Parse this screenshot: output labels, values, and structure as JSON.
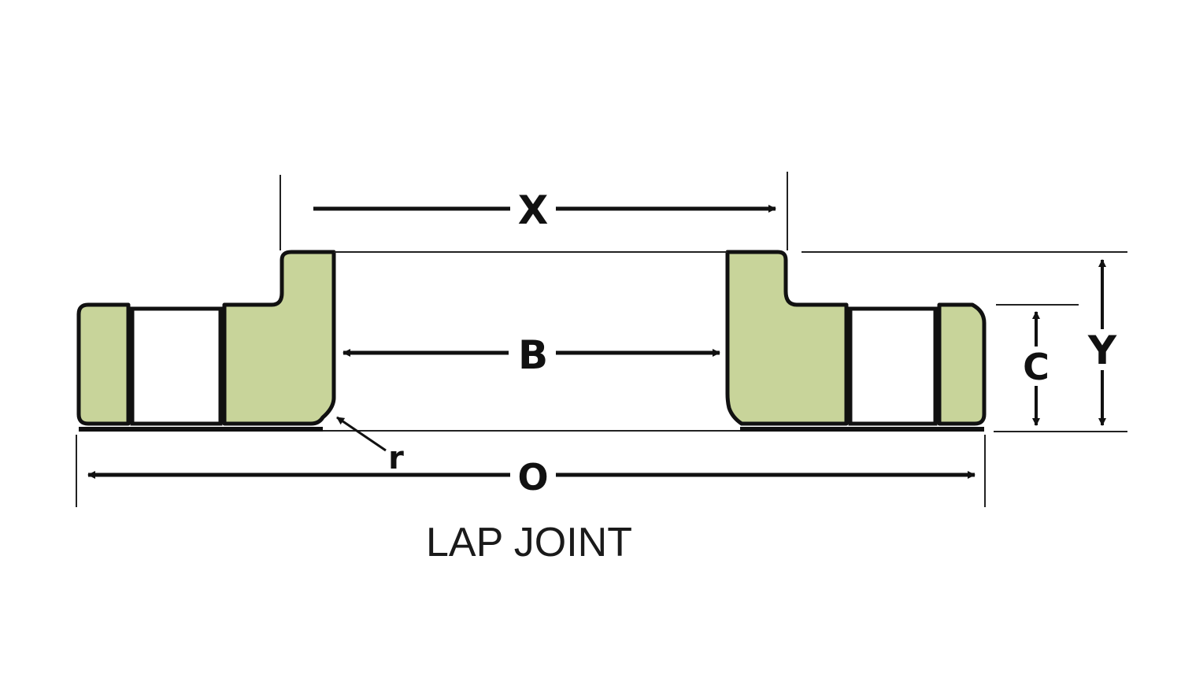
{
  "labels": {
    "x": "X",
    "b": "B",
    "o": "O",
    "c": "C",
    "y": "Y",
    "r": "r"
  },
  "caption": "LAP JOINT",
  "colors": {
    "fill": "#c8d49a",
    "stroke": "#111111",
    "background": "#ffffff"
  }
}
